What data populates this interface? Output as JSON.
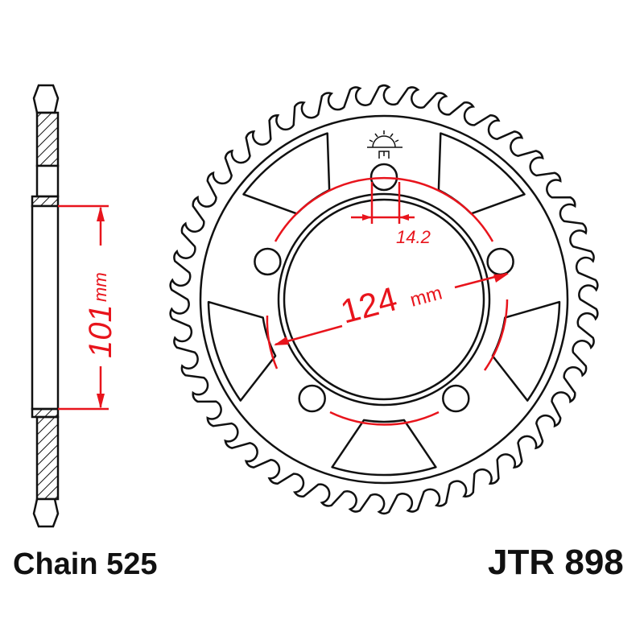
{
  "chain_label": "Chain 525",
  "part_number": "JTR 898",
  "dimensions": {
    "hub_bore": "101",
    "hub_bore_unit": "mm",
    "bolt_circle": "124",
    "bolt_circle_unit": "mm",
    "bolt_hole": "14.2"
  },
  "sprocket": {
    "teeth": 46,
    "bolt_holes": 5
  },
  "colors": {
    "outline": "#111111",
    "dimension": "#e8141c"
  }
}
